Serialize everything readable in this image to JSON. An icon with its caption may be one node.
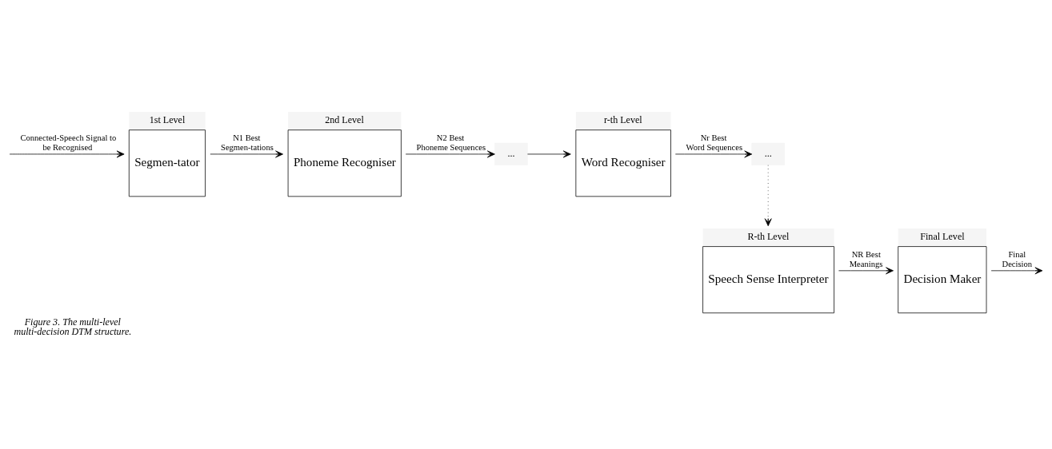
{
  "diagram": {
    "caption": "Figure 3. The multi-level multi-decision DTM structure.",
    "nodes": [
      {
        "text": [
          "1st Level",
          "Segmen-tator"
        ]
      },
      {
        "text": [
          "2nd Level",
          "Phoneme Recogniser"
        ]
      },
      {
        "text": [
          "..."
        ]
      },
      {
        "text": [
          "r-th Level",
          "Word Recogniser"
        ]
      },
      {
        "text": [
          "..."
        ]
      },
      {
        "text": [
          "R-th Level",
          "Speech Sense Interpreter"
        ]
      },
      {
        "text": [
          "Final Level",
          "Decision Maker"
        ]
      }
    ],
    "edges": [
      {
        "from": null,
        "to": 0,
        "arrow": "to",
        "label": "Connected-Speech Signal to be Recognised"
      },
      {
        "from": 0,
        "to": 1,
        "arrow": "to",
        "label": "N1 Best Segmen-tations"
      },
      {
        "from": 1,
        "to": 2,
        "arrow": "to",
        "label": "N2 Best Phoneme Sequences"
      },
      {
        "from": 2,
        "to": 3,
        "arrow": "to"
      },
      {
        "from": 3,
        "to": 4,
        "arrow": "to",
        "label": "Nr Best Word Sequences"
      },
      {
        "from": 4,
        "to": 5,
        "arrow": "to",
        "style": "dashed"
      },
      {
        "from": 5,
        "to": 6,
        "arrow": "to",
        "label": "NR Best Meanings"
      },
      {
        "from": 6,
        "to": null,
        "arrow": "to",
        "label": "Final Decision"
      }
    ]
  }
}
